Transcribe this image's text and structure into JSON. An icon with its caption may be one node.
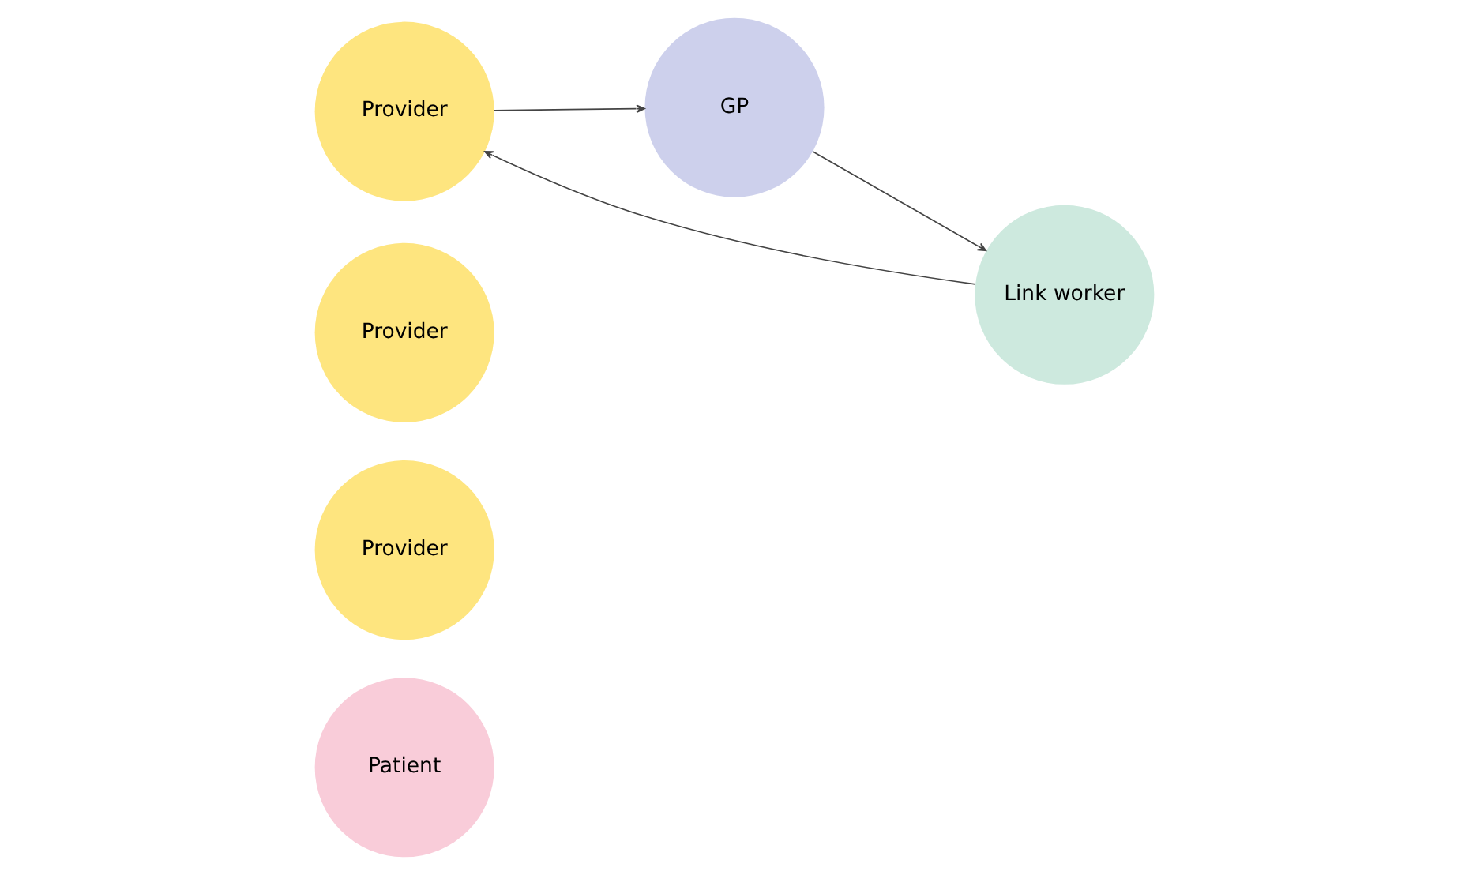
{
  "diagram": {
    "nodes": [
      {
        "text": [
          "Patient"
        ]
      },
      {
        "text": [
          "Provider"
        ]
      },
      {
        "text": [
          "GP"
        ]
      },
      {
        "text": [
          "Link worker"
        ]
      },
      {
        "text": [
          "Provider"
        ]
      },
      {
        "text": [
          "Provider"
        ]
      }
    ],
    "edges": [
      {
        "from": 1,
        "to": 2,
        "arrow": "to"
      },
      {
        "from": 2,
        "to": 3,
        "arrow": "to"
      },
      {
        "from": 3,
        "to": 1,
        "arrow": "to"
      }
    ]
  }
}
